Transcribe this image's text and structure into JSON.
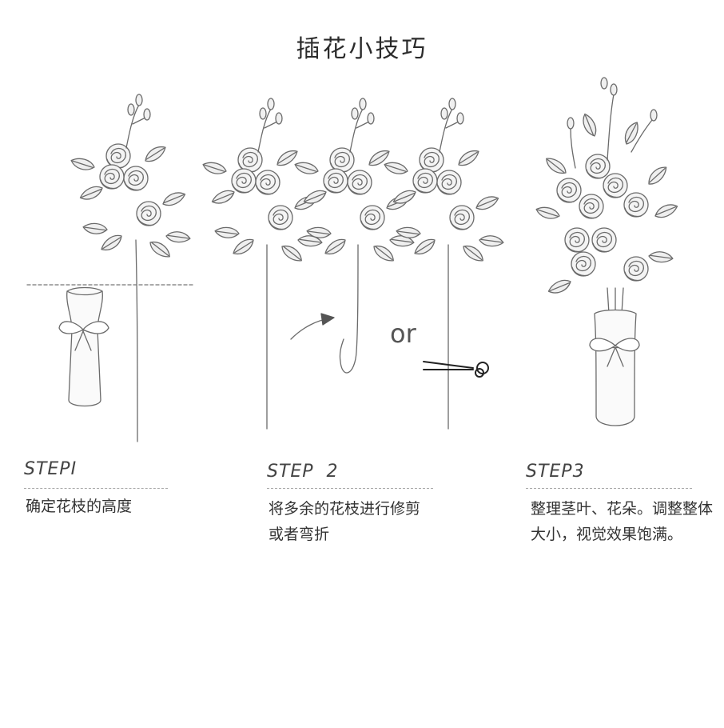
{
  "title": "插花小技巧",
  "or_label": "or",
  "steps": [
    {
      "label": "STEPI",
      "desc": "确定花枝的高度"
    },
    {
      "label": "STEP  2",
      "desc": "将多余的花枝进行修剪或者弯折"
    },
    {
      "label": "STEP3",
      "desc": "整理茎叶、花朵。调整整体大小，视觉效果饱满。"
    }
  ],
  "icons": [
    "rose-stem-icon",
    "vase-icon",
    "bend-arrow-icon",
    "scissors-icon",
    "bouquet-icon"
  ]
}
